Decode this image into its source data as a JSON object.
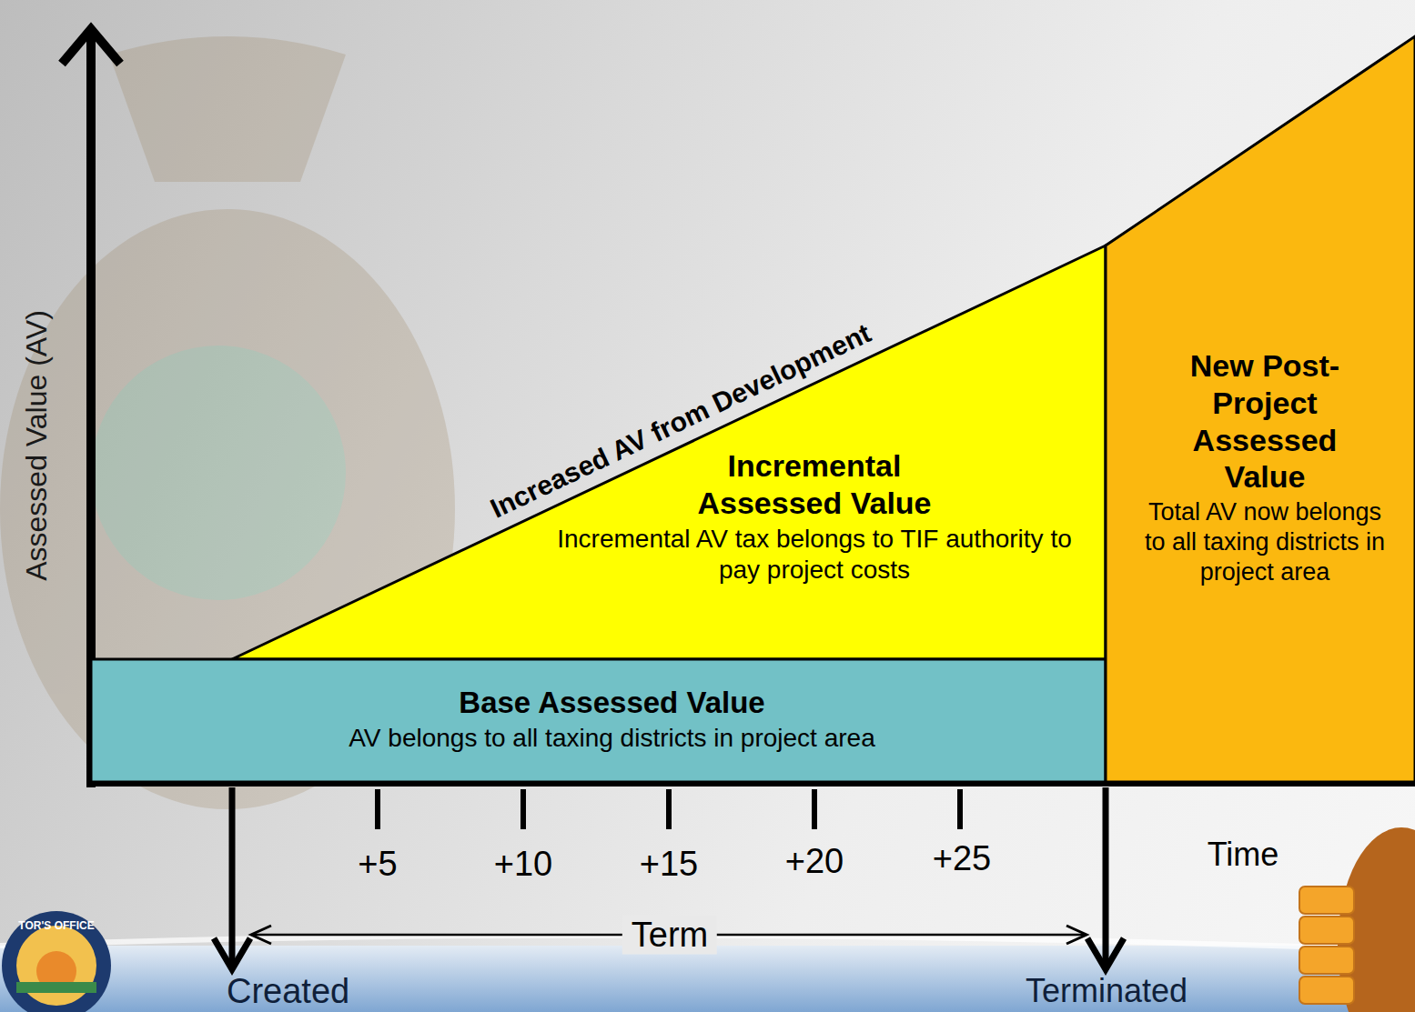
{
  "diagram": {
    "nodes": [
      {
        "text": [
          "Incremental Assessed Value",
          "Incremental AV tax belongs to TIF authority to pay project costs"
        ]
      },
      {
        "text": [
          "Base Assessed Value",
          "AV belongs to all taxing districts in project area"
        ]
      },
      {
        "text": [
          "New Post-Project Assessed Value",
          "Total AV now belongs to all taxing districts in project area"
        ]
      }
    ],
    "labels": [
      "Assessed Value (AV)",
      "Increased AV from Development",
      "+5",
      "+10",
      "+15",
      "+20",
      "+25",
      "Time",
      "Term",
      "Created",
      "Terminated",
      "TOR'S OFFICE"
    ]
  }
}
